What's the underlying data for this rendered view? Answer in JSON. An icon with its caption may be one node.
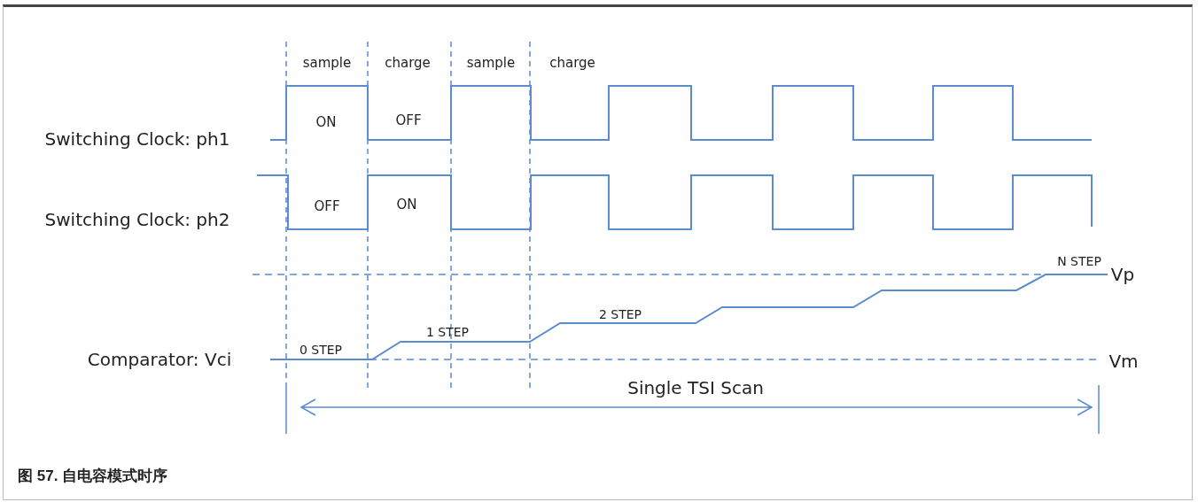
{
  "diagram": {
    "caption": "图 57. 自电容模式时序",
    "labels": [
      "sample",
      "charge",
      "sample",
      "charge",
      "Switching Clock: ph1",
      "ON",
      "OFF",
      "Switching Clock: ph2",
      "OFF",
      "ON",
      "N STEP",
      "Vp",
      "2 STEP",
      "1 STEP",
      "Comparator: Vci",
      "0 STEP",
      "Vm",
      "Single TSI Scan"
    ]
  }
}
